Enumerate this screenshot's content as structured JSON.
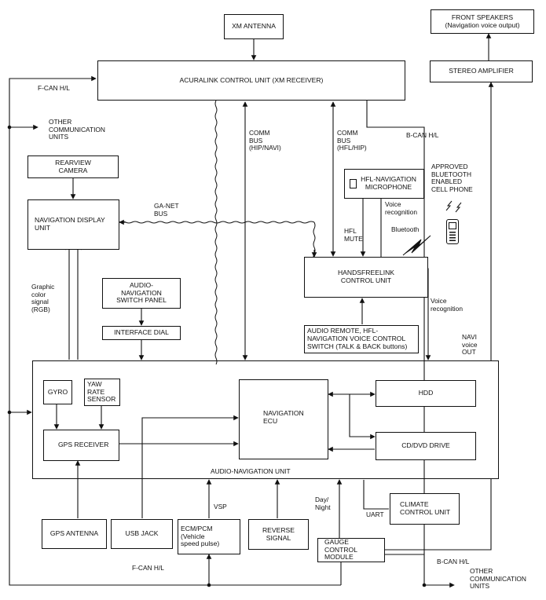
{
  "boxes": {
    "xm_antenna": "XM ANTENNA",
    "front_speakers": "FRONT SPEAKERS\n(Navigation voice output)",
    "acuralink": "ACURALINK CONTROL UNIT (XM RECEIVER)",
    "stereo_amplifier": "STEREO AMPLIFIER",
    "rearview_camera": "REARVIEW\nCAMERA",
    "nav_display": "NAVIGATION DISPLAY\nUNIT",
    "hfl_mic": "HFL-NAVIGATION\nMICROPHONE",
    "handsfreelink": "HANDSFREELINK\nCONTROL UNIT",
    "audio_nav_switch": "AUDIO-\nNAVIGATION\nSWITCH PANEL",
    "interface_dial": "INTERFACE DIAL",
    "audio_remote": "AUDIO REMOTE, HFL-\nNAVIGATION VOICE CONTROL\nSWITCH (TALK & BACK buttons)",
    "audio_nav_unit": "AUDIO-NAVIGATION UNIT",
    "gyro": "GYRO",
    "yaw_rate": "YAW\nRATE\nSENSOR",
    "gps_receiver": "GPS RECEIVER",
    "nav_ecu": "NAVIGATION\nECU",
    "hdd": "HDD",
    "cd_dvd": "CD/DVD DRIVE",
    "gps_antenna": "GPS ANTENNA",
    "usb_jack": "USB JACK",
    "ecm_pcm": "ECM/PCM\n(Vehicle\nspeed pulse)",
    "reverse_signal": "REVERSE\nSIGNAL",
    "climate": "CLIMATE\nCONTROL UNIT",
    "gauge": "GAUGE CONTROL\nMODULE"
  },
  "labels": {
    "fcan_top": "F-CAN H/L",
    "other_comm_top": "OTHER\nCOMMUNICATION\nUNITS",
    "comm_bus_hip_navi": "COMM\nBUS\n(HIP/NAVI)",
    "comm_bus_hfl_hip": "COMM\nBUS\n(HFL/HIP)",
    "bcan_top": "B-CAN H/L",
    "approved_bluetooth": "APPROVED\nBLUETOOTH\nENABLED\nCELL PHONE",
    "ga_net_bus": "GA-NET\nBUS",
    "voice_recognition_1": "Voice\nrecognition",
    "hfl_mute": "HFL\nMUTE",
    "bluetooth": "Bluetooth",
    "voice_recognition_2": "Voice\nrecognition",
    "graphic_color_signal": "Graphic\ncolor\nsignal\n(RGB)",
    "navi_voice_out": "NAVI\nvoice\nOUT",
    "vsp": "VSP",
    "day_night": "Day/\nNight",
    "uart": "UART",
    "bcan_bottom": "B-CAN H/L",
    "fcan_bottom": "F-CAN H/L",
    "other_comm_bottom": "OTHER\nCOMMUNICATION\nUNITS"
  }
}
